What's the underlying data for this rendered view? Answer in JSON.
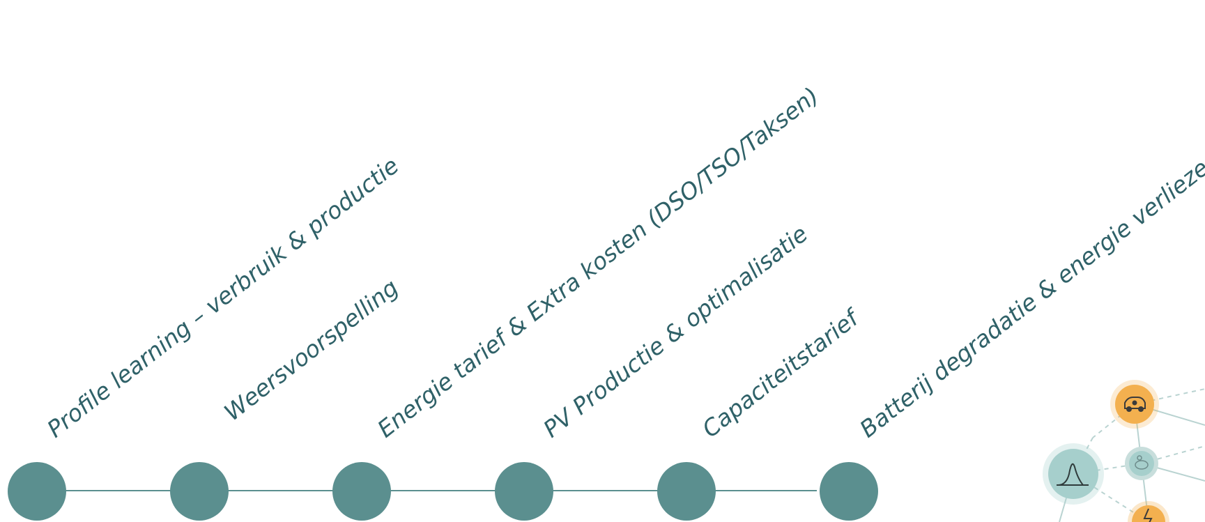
{
  "timeline": {
    "items": [
      {
        "label": "Profile learning – verbruik & productie"
      },
      {
        "label": "Weersvoorspelling"
      },
      {
        "label": "Energie tarief & Extra kosten (DSO/TSO/Taksen)"
      },
      {
        "label": "PV Productie & optimalisatie"
      },
      {
        "label": "Capaciteitstarief"
      },
      {
        "label": "Batterij degradatie & energie verliezen"
      }
    ]
  },
  "colors": {
    "node": "#5b8f8f",
    "line": "#5b8f8f",
    "label": "#2f6168",
    "accent_orange": "#f3b04f",
    "accent_teal_light": "#a6cfcc"
  },
  "network_icons": {
    "car": "car-icon",
    "bell_curve": "bell-curve-icon",
    "piggy_bank": "piggy-bank-icon",
    "bolt": "bolt-icon"
  }
}
